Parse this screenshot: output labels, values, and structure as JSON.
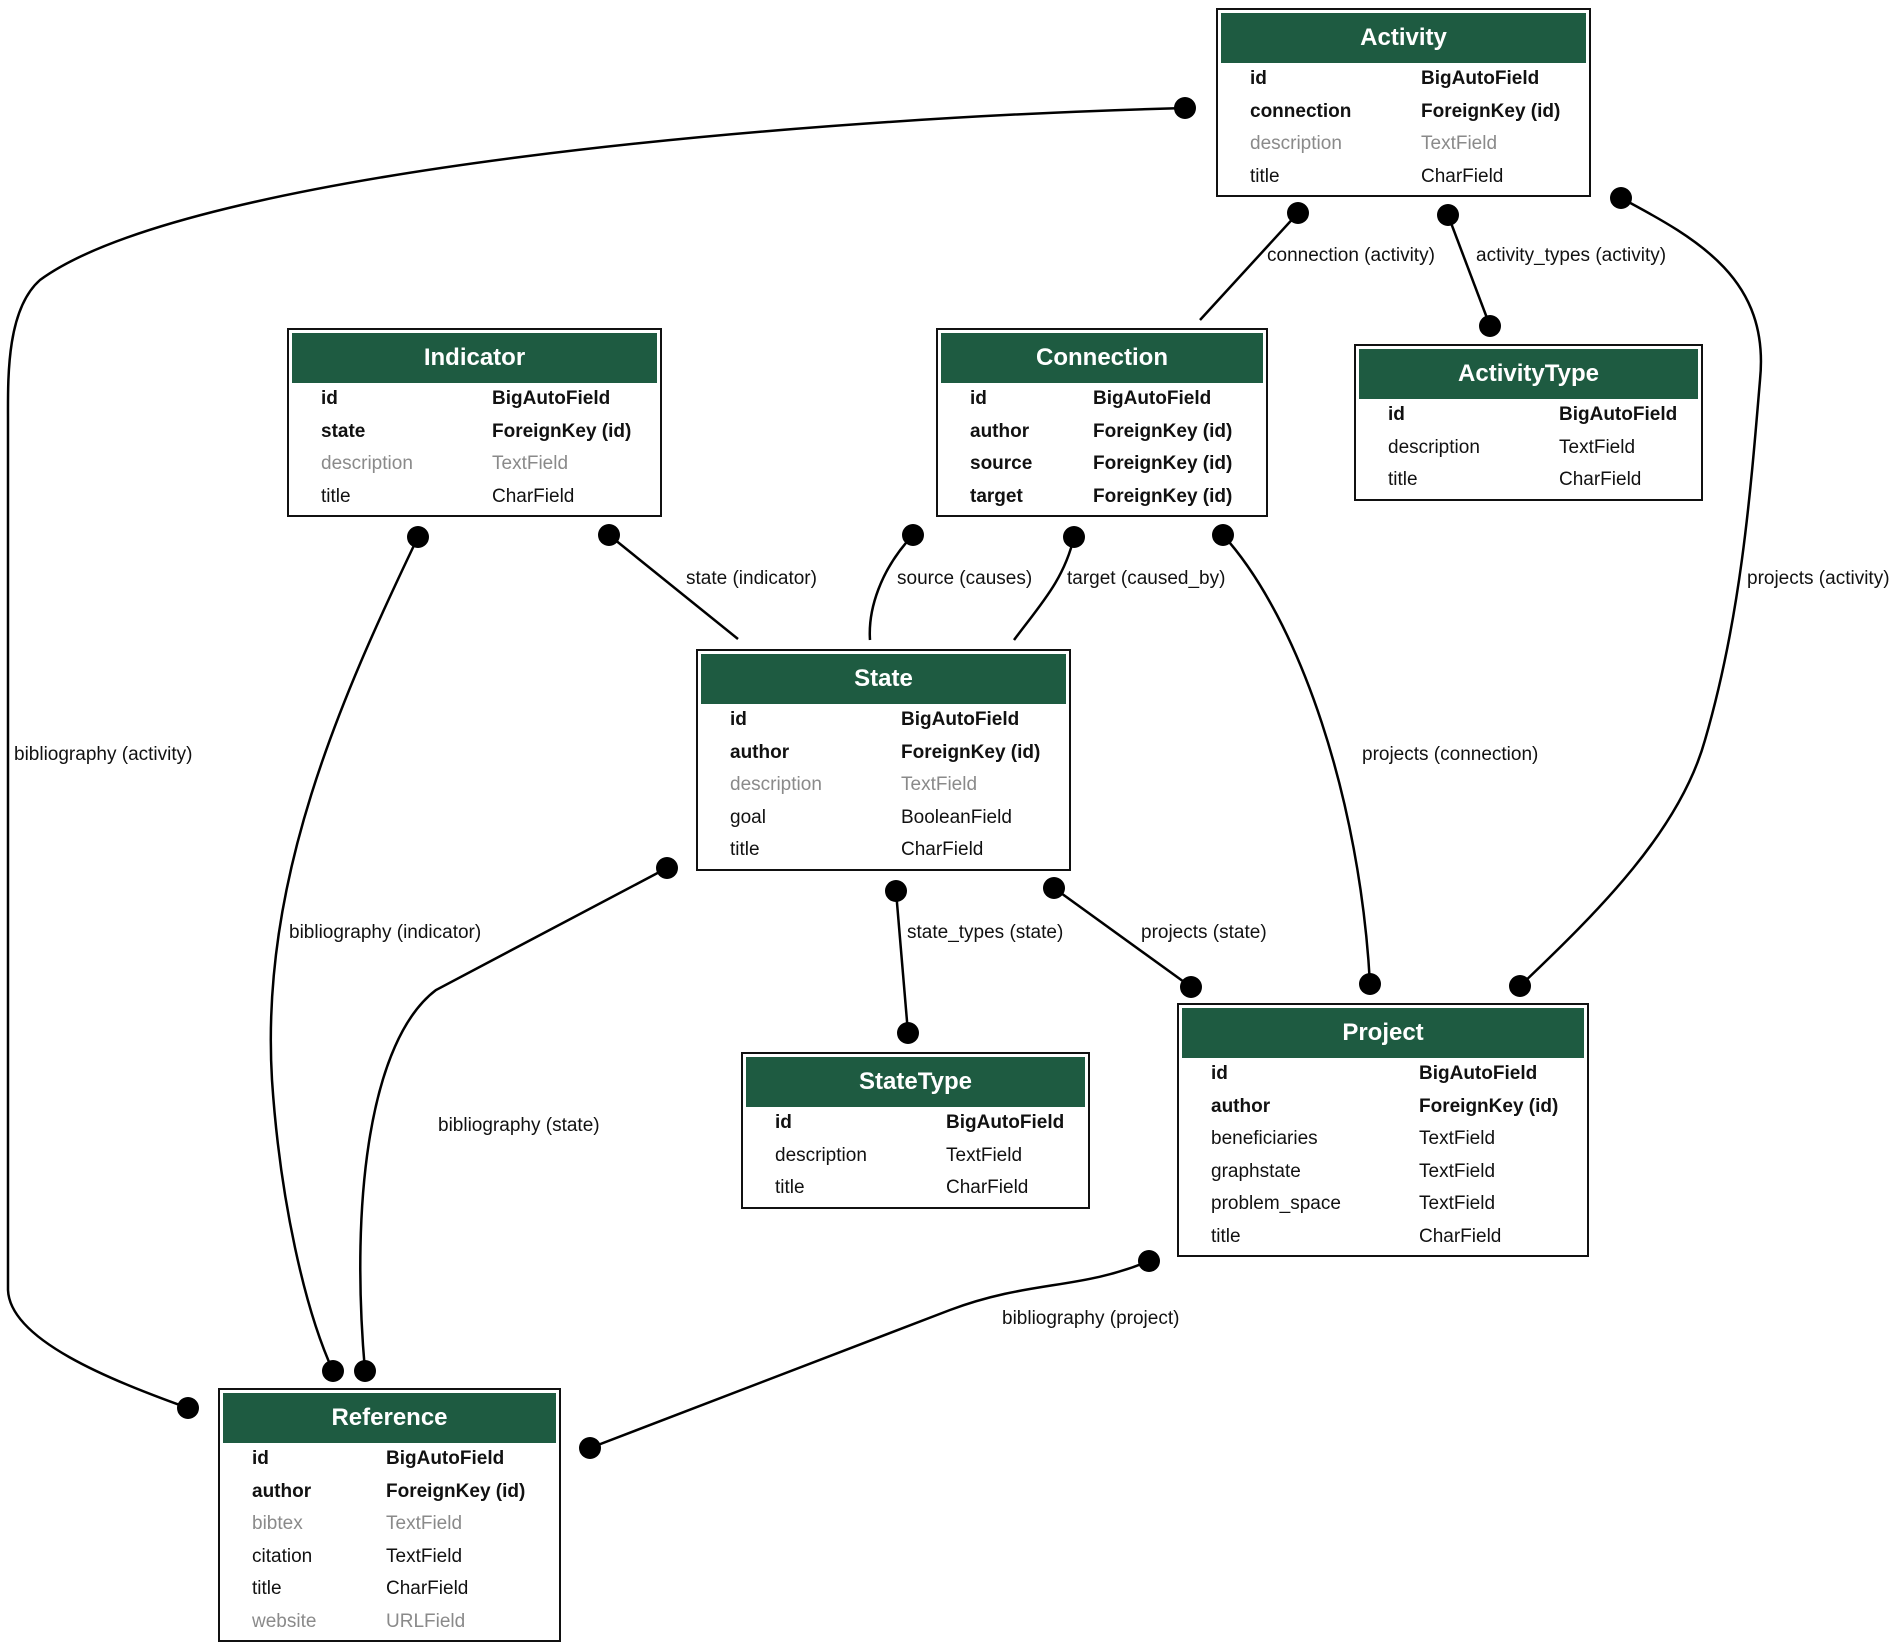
{
  "colors": {
    "header": "#1e5b41",
    "line": "#000000",
    "muted": "#8a8a8a"
  },
  "tables": [
    {
      "id": "activity",
      "name": "Activity",
      "fields": [
        {
          "name": "id",
          "type": "BigAutoField",
          "style": "bold"
        },
        {
          "name": "connection",
          "type": "ForeignKey (id)",
          "style": "bold"
        },
        {
          "name": "description",
          "type": "TextField",
          "style": "muted"
        },
        {
          "name": "title",
          "type": "CharField",
          "style": "normal"
        }
      ]
    },
    {
      "id": "indicator",
      "name": "Indicator",
      "fields": [
        {
          "name": "id",
          "type": "BigAutoField",
          "style": "bold"
        },
        {
          "name": "state",
          "type": "ForeignKey (id)",
          "style": "bold"
        },
        {
          "name": "description",
          "type": "TextField",
          "style": "muted"
        },
        {
          "name": "title",
          "type": "CharField",
          "style": "normal"
        }
      ]
    },
    {
      "id": "connection",
      "name": "Connection",
      "fields": [
        {
          "name": "id",
          "type": "BigAutoField",
          "style": "bold"
        },
        {
          "name": "author",
          "type": "ForeignKey (id)",
          "style": "bold"
        },
        {
          "name": "source",
          "type": "ForeignKey (id)",
          "style": "bold"
        },
        {
          "name": "target",
          "type": "ForeignKey (id)",
          "style": "bold"
        }
      ]
    },
    {
      "id": "activitytype",
      "name": "ActivityType",
      "fields": [
        {
          "name": "id",
          "type": "BigAutoField",
          "style": "bold"
        },
        {
          "name": "description",
          "type": "TextField",
          "style": "normal"
        },
        {
          "name": "title",
          "type": "CharField",
          "style": "normal"
        }
      ]
    },
    {
      "id": "state",
      "name": "State",
      "fields": [
        {
          "name": "id",
          "type": "BigAutoField",
          "style": "bold"
        },
        {
          "name": "author",
          "type": "ForeignKey (id)",
          "style": "bold"
        },
        {
          "name": "description",
          "type": "TextField",
          "style": "muted"
        },
        {
          "name": "goal",
          "type": "BooleanField",
          "style": "normal"
        },
        {
          "name": "title",
          "type": "CharField",
          "style": "normal"
        }
      ]
    },
    {
      "id": "statetype",
      "name": "StateType",
      "fields": [
        {
          "name": "id",
          "type": "BigAutoField",
          "style": "bold"
        },
        {
          "name": "description",
          "type": "TextField",
          "style": "normal"
        },
        {
          "name": "title",
          "type": "CharField",
          "style": "normal"
        }
      ]
    },
    {
      "id": "project",
      "name": "Project",
      "fields": [
        {
          "name": "id",
          "type": "BigAutoField",
          "style": "bold"
        },
        {
          "name": "author",
          "type": "ForeignKey (id)",
          "style": "bold"
        },
        {
          "name": "beneficiaries",
          "type": "TextField",
          "style": "normal"
        },
        {
          "name": "graphstate",
          "type": "TextField",
          "style": "normal"
        },
        {
          "name": "problem_space",
          "type": "TextField",
          "style": "normal"
        },
        {
          "name": "title",
          "type": "CharField",
          "style": "normal"
        }
      ]
    },
    {
      "id": "reference",
      "name": "Reference",
      "fields": [
        {
          "name": "id",
          "type": "BigAutoField",
          "style": "bold"
        },
        {
          "name": "author",
          "type": "ForeignKey (id)",
          "style": "bold"
        },
        {
          "name": "bibtex",
          "type": "TextField",
          "style": "muted"
        },
        {
          "name": "citation",
          "type": "TextField",
          "style": "normal"
        },
        {
          "name": "title",
          "type": "CharField",
          "style": "normal"
        },
        {
          "name": "website",
          "type": "URLField",
          "style": "muted"
        }
      ]
    }
  ],
  "relations": [
    {
      "id": "bibliography-activity",
      "label": "bibliography (activity)"
    },
    {
      "id": "connection-activity",
      "label": "connection (activity)"
    },
    {
      "id": "activity-types-activity",
      "label": "activity_types (activity)"
    },
    {
      "id": "projects-activity",
      "label": "projects (activity)"
    },
    {
      "id": "state-indicator",
      "label": "state (indicator)"
    },
    {
      "id": "source-causes",
      "label": "source (causes)"
    },
    {
      "id": "target-caused-by",
      "label": "target (caused_by)"
    },
    {
      "id": "projects-connection",
      "label": "projects (connection)"
    },
    {
      "id": "bibliography-indicator",
      "label": "bibliography (indicator)"
    },
    {
      "id": "state-types-state",
      "label": "state_types (state)"
    },
    {
      "id": "projects-state",
      "label": "projects (state)"
    },
    {
      "id": "bibliography-state",
      "label": "bibliography (state)"
    },
    {
      "id": "bibliography-project",
      "label": "bibliography (project)"
    }
  ]
}
